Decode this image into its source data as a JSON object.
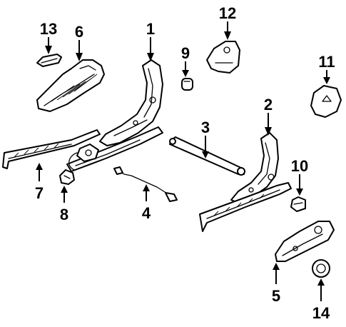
{
  "callouts": {
    "c1": "1",
    "c2": "2",
    "c3": "3",
    "c4": "4",
    "c5": "5",
    "c6": "6",
    "c7": "7",
    "c8": "8",
    "c9": "9",
    "c10": "10",
    "c11": "11",
    "c12": "12",
    "c13": "13",
    "c14": "14"
  },
  "colors": {
    "ink": "#000000",
    "background": "#ffffff"
  }
}
